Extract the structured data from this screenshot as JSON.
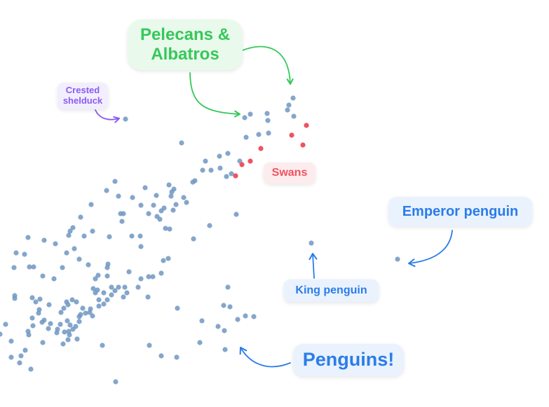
{
  "colors": {
    "point": "#6e96c2",
    "highlight": "#f0525f",
    "green": "#36c85a",
    "purple": "#8a5cf0",
    "blue": "#2b7de8"
  },
  "annotations": {
    "pelicans_line1": "Pelecans &",
    "pelicans_line2": "Albatros",
    "crested_line1": "Crested",
    "crested_line2": "shelduck",
    "swans": "Swans",
    "emperor": "Emperor penguin",
    "king": "King penguin",
    "penguins": "Penguins!"
  },
  "chart_data": {
    "type": "scatter",
    "title": "",
    "xlabel": "",
    "ylabel": "",
    "grid": false,
    "series": [
      {
        "points": [
          [
            418,
            140
          ],
          [
            412,
            150
          ],
          [
            410,
            157
          ],
          [
            419,
            166
          ],
          [
            381,
            162
          ],
          [
            382,
            172
          ],
          [
            357,
            163
          ],
          [
            349,
            168
          ],
          [
            369,
            192
          ],
          [
            383,
            190
          ],
          [
            351,
            196
          ],
          [
            325,
            219
          ],
          [
            313,
            223
          ],
          [
            342,
            230
          ],
          [
            330,
            248
          ],
          [
            323,
            252
          ],
          [
            314,
            240
          ],
          [
            293,
            230
          ],
          [
            289,
            243
          ],
          [
            301,
            243
          ],
          [
            278,
            258
          ],
          [
            275,
            260
          ],
          [
            259,
            204
          ],
          [
            337,
            306
          ],
          [
            262,
            282
          ],
          [
            266,
            289
          ],
          [
            251,
            292
          ],
          [
            241,
            264
          ],
          [
            248,
            270
          ],
          [
            245,
            274
          ],
          [
            244,
            280
          ],
          [
            223,
            279
          ],
          [
            207,
            268
          ],
          [
            219,
            293
          ],
          [
            234,
            297
          ],
          [
            230,
            301
          ],
          [
            247,
            300
          ],
          [
            224,
            309
          ],
          [
            212,
            305
          ],
          [
            201,
            293
          ],
          [
            189,
            282
          ],
          [
            164,
            259
          ],
          [
            152,
            272
          ],
          [
            169,
            280
          ],
          [
            172,
            305
          ],
          [
            176,
            305
          ],
          [
            174,
            316
          ],
          [
            156,
            338
          ],
          [
            130,
            292
          ],
          [
            115,
            310
          ],
          [
            104,
            325
          ],
          [
            100,
            330
          ],
          [
            98,
            336
          ],
          [
            120,
            337
          ],
          [
            132,
            330
          ],
          [
            106,
            355
          ],
          [
            95,
            361
          ],
          [
            79,
            348
          ],
          [
            63,
            343
          ],
          [
            40,
            339
          ],
          [
            35,
            363
          ],
          [
            23,
            361
          ],
          [
            20,
            382
          ],
          [
            42,
            381
          ],
          [
            48,
            381
          ],
          [
            61,
            394
          ],
          [
            77,
            398
          ],
          [
            89,
            382
          ],
          [
            113,
            370
          ],
          [
            126,
            378
          ],
          [
            154,
            377
          ],
          [
            153,
            382
          ],
          [
            153,
            394
          ],
          [
            140,
            393
          ],
          [
            136,
            398
          ],
          [
            133,
            412
          ],
          [
            139,
            414
          ],
          [
            148,
            418
          ],
          [
            159,
            410
          ],
          [
            164,
            415
          ],
          [
            169,
            410
          ],
          [
            178,
            410
          ],
          [
            188,
            337
          ],
          [
            200,
            337
          ],
          [
            201,
            352
          ],
          [
            184,
            388
          ],
          [
            201,
            398
          ],
          [
            212,
            395
          ],
          [
            218,
            395
          ],
          [
            230,
            390
          ],
          [
            233,
            372
          ],
          [
            240,
            369
          ],
          [
            236,
            326
          ],
          [
            242,
            327
          ],
          [
            228,
            313
          ],
          [
            276,
            341
          ],
          [
            299,
            322
          ],
          [
            325,
            410
          ],
          [
            319,
            436
          ],
          [
            328,
            438
          ],
          [
            350,
            451
          ],
          [
            362,
            452
          ],
          [
            339,
            456
          ],
          [
            311,
            466
          ],
          [
            320,
            472
          ],
          [
            321,
            499
          ],
          [
            288,
            458
          ],
          [
            253,
            440
          ],
          [
            285,
            489
          ],
          [
            230,
            508
          ],
          [
            252,
            510
          ],
          [
            213,
            493
          ],
          [
            197,
            410
          ],
          [
            211,
            424
          ],
          [
            181,
            418
          ],
          [
            176,
            424
          ],
          [
            159,
            421
          ],
          [
            153,
            428
          ],
          [
            148,
            434
          ],
          [
            141,
            437
          ],
          [
            129,
            441
          ],
          [
            128,
            446
          ],
          [
            132,
            451
          ],
          [
            122,
            447
          ],
          [
            115,
            449
          ],
          [
            109,
            431
          ],
          [
            103,
            428
          ],
          [
            95,
            431
          ],
          [
            97,
            435
          ],
          [
            91,
            440
          ],
          [
            87,
            446
          ],
          [
            96,
            458
          ],
          [
            86,
            463
          ],
          [
            82,
            470
          ],
          [
            72,
            462
          ],
          [
            63,
            457
          ],
          [
            70,
            435
          ],
          [
            57,
            427
          ],
          [
            51,
            431
          ],
          [
            46,
            425
          ],
          [
            56,
            442
          ],
          [
            55,
            447
          ],
          [
            46,
            454
          ],
          [
            60,
            460
          ],
          [
            69,
            469
          ],
          [
            47,
            465
          ],
          [
            40,
            473
          ],
          [
            41,
            478
          ],
          [
            21,
            422
          ],
          [
            21,
            426
          ],
          [
            36,
            500
          ],
          [
            30,
            508
          ],
          [
            16,
            510
          ],
          [
            16,
            487
          ],
          [
            8,
            463
          ],
          [
            0,
            477
          ],
          [
            28,
            518
          ],
          [
            44,
            527
          ],
          [
            81,
            475
          ],
          [
            92,
            474
          ],
          [
            99,
            478
          ],
          [
            97,
            485
          ],
          [
            90,
            491
          ],
          [
            61,
            489
          ],
          [
            146,
            493
          ],
          [
            165,
            545
          ],
          [
            113,
            459
          ],
          [
            113,
            452
          ],
          [
            100,
            464
          ],
          [
            108,
            466
          ],
          [
            104,
            470
          ],
          [
            98,
            473
          ],
          [
            110,
            484
          ],
          [
            118,
            440
          ],
          [
            141,
            428
          ],
          [
            136,
            418
          ],
          [
            444,
            347
          ],
          [
            567,
            370
          ],
          [
            179,
            170
          ]
        ]
      },
      {
        "name": "Swans",
        "points": [
          [
            437,
            179
          ],
          [
            416,
            193
          ],
          [
            432,
            207
          ],
          [
            372,
            212
          ],
          [
            357,
            230
          ],
          [
            345,
            235
          ],
          [
            336,
            251
          ]
        ]
      }
    ]
  }
}
